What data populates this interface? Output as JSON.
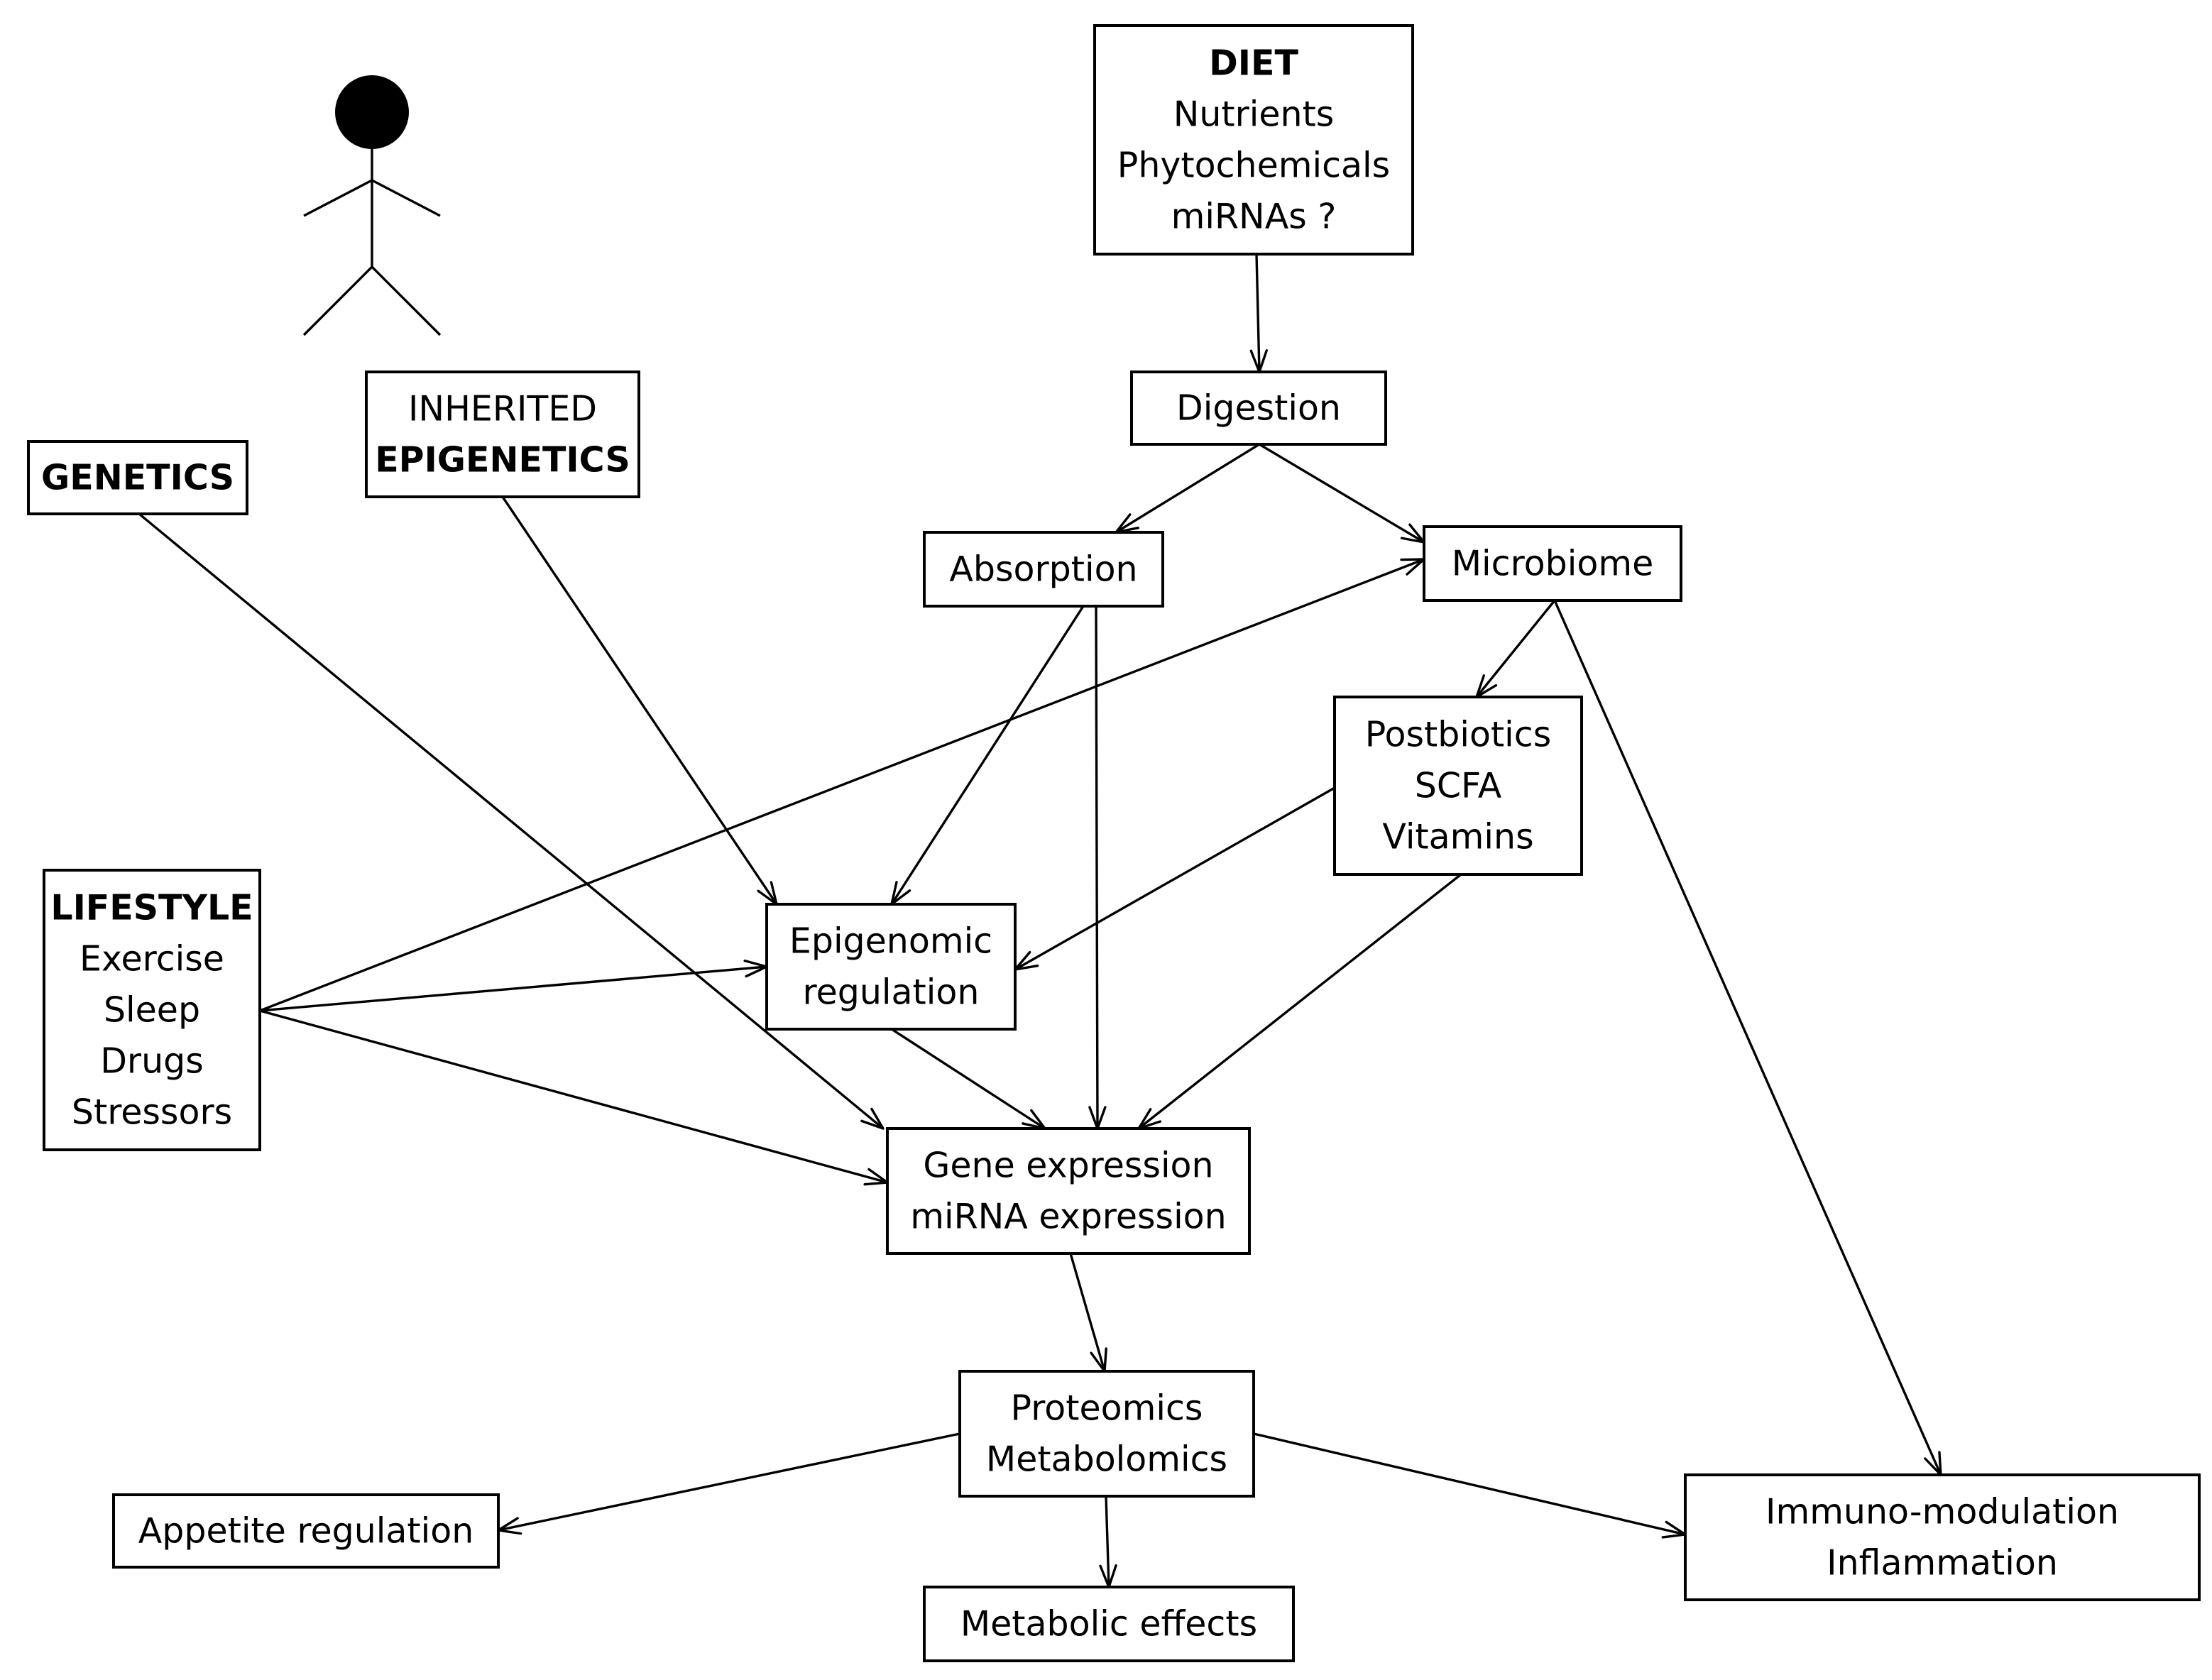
{
  "nodes": {
    "diet": {
      "lines": [
        {
          "text": "DIET",
          "bold": true
        },
        {
          "text": "Nutrients"
        },
        {
          "text": "Phytochemicals"
        },
        {
          "text": "miRNAs ?"
        }
      ]
    },
    "digestion": {
      "lines": [
        {
          "text": "Digestion"
        }
      ]
    },
    "absorption": {
      "lines": [
        {
          "text": "Absorption"
        }
      ]
    },
    "microbiome": {
      "lines": [
        {
          "text": "Microbiome"
        }
      ]
    },
    "genetics": {
      "lines": [
        {
          "text": "GENETICS",
          "bold": true
        }
      ]
    },
    "inherited": {
      "lines": [
        {
          "text": "INHERITED"
        },
        {
          "text": "EPIGENETICS",
          "bold": true
        }
      ]
    },
    "postbiotics": {
      "lines": [
        {
          "text": "Postbiotics"
        },
        {
          "text": "SCFA"
        },
        {
          "text": "Vitamins"
        }
      ]
    },
    "lifestyle": {
      "lines": [
        {
          "text": "LIFESTYLE",
          "bold": true
        },
        {
          "text": "Exercise"
        },
        {
          "text": "Sleep"
        },
        {
          "text": "Drugs"
        },
        {
          "text": "Stressors"
        }
      ]
    },
    "epigenomic": {
      "lines": [
        {
          "text": "Epigenomic"
        },
        {
          "text": "regulation"
        }
      ]
    },
    "gene_expression": {
      "lines": [
        {
          "text": "Gene expression"
        },
        {
          "text": "miRNA expression"
        }
      ]
    },
    "proteomics": {
      "lines": [
        {
          "text": "Proteomics"
        },
        {
          "text": "Metabolomics"
        }
      ]
    },
    "appetite": {
      "lines": [
        {
          "text": "Appetite regulation"
        }
      ]
    },
    "metabolic": {
      "lines": [
        {
          "text": "Metabolic effects"
        }
      ]
    },
    "immuno": {
      "lines": [
        {
          "text": "Immuno-modulation"
        },
        {
          "text": "Inflammation"
        }
      ]
    }
  },
  "edges": [
    {
      "from": "diet",
      "to": "digestion"
    },
    {
      "from": "digestion",
      "to": "absorption"
    },
    {
      "from": "digestion",
      "to": "microbiome"
    },
    {
      "from": "lifestyle",
      "to": "microbiome"
    },
    {
      "from": "microbiome",
      "to": "postbiotics"
    },
    {
      "from": "microbiome",
      "to": "immuno"
    },
    {
      "from": "absorption",
      "to": "epigenomic"
    },
    {
      "from": "absorption",
      "to": "gene_expression"
    },
    {
      "from": "inherited",
      "to": "epigenomic"
    },
    {
      "from": "genetics",
      "to": "gene_expression"
    },
    {
      "from": "postbiotics",
      "to": "epigenomic"
    },
    {
      "from": "postbiotics",
      "to": "gene_expression"
    },
    {
      "from": "lifestyle",
      "to": "epigenomic"
    },
    {
      "from": "lifestyle",
      "to": "gene_expression"
    },
    {
      "from": "epigenomic",
      "to": "gene_expression"
    },
    {
      "from": "gene_expression",
      "to": "proteomics"
    },
    {
      "from": "proteomics",
      "to": "appetite"
    },
    {
      "from": "proteomics",
      "to": "metabolic"
    },
    {
      "from": "proteomics",
      "to": "immuno"
    }
  ],
  "person_icon": "stick-figure-person-icon"
}
